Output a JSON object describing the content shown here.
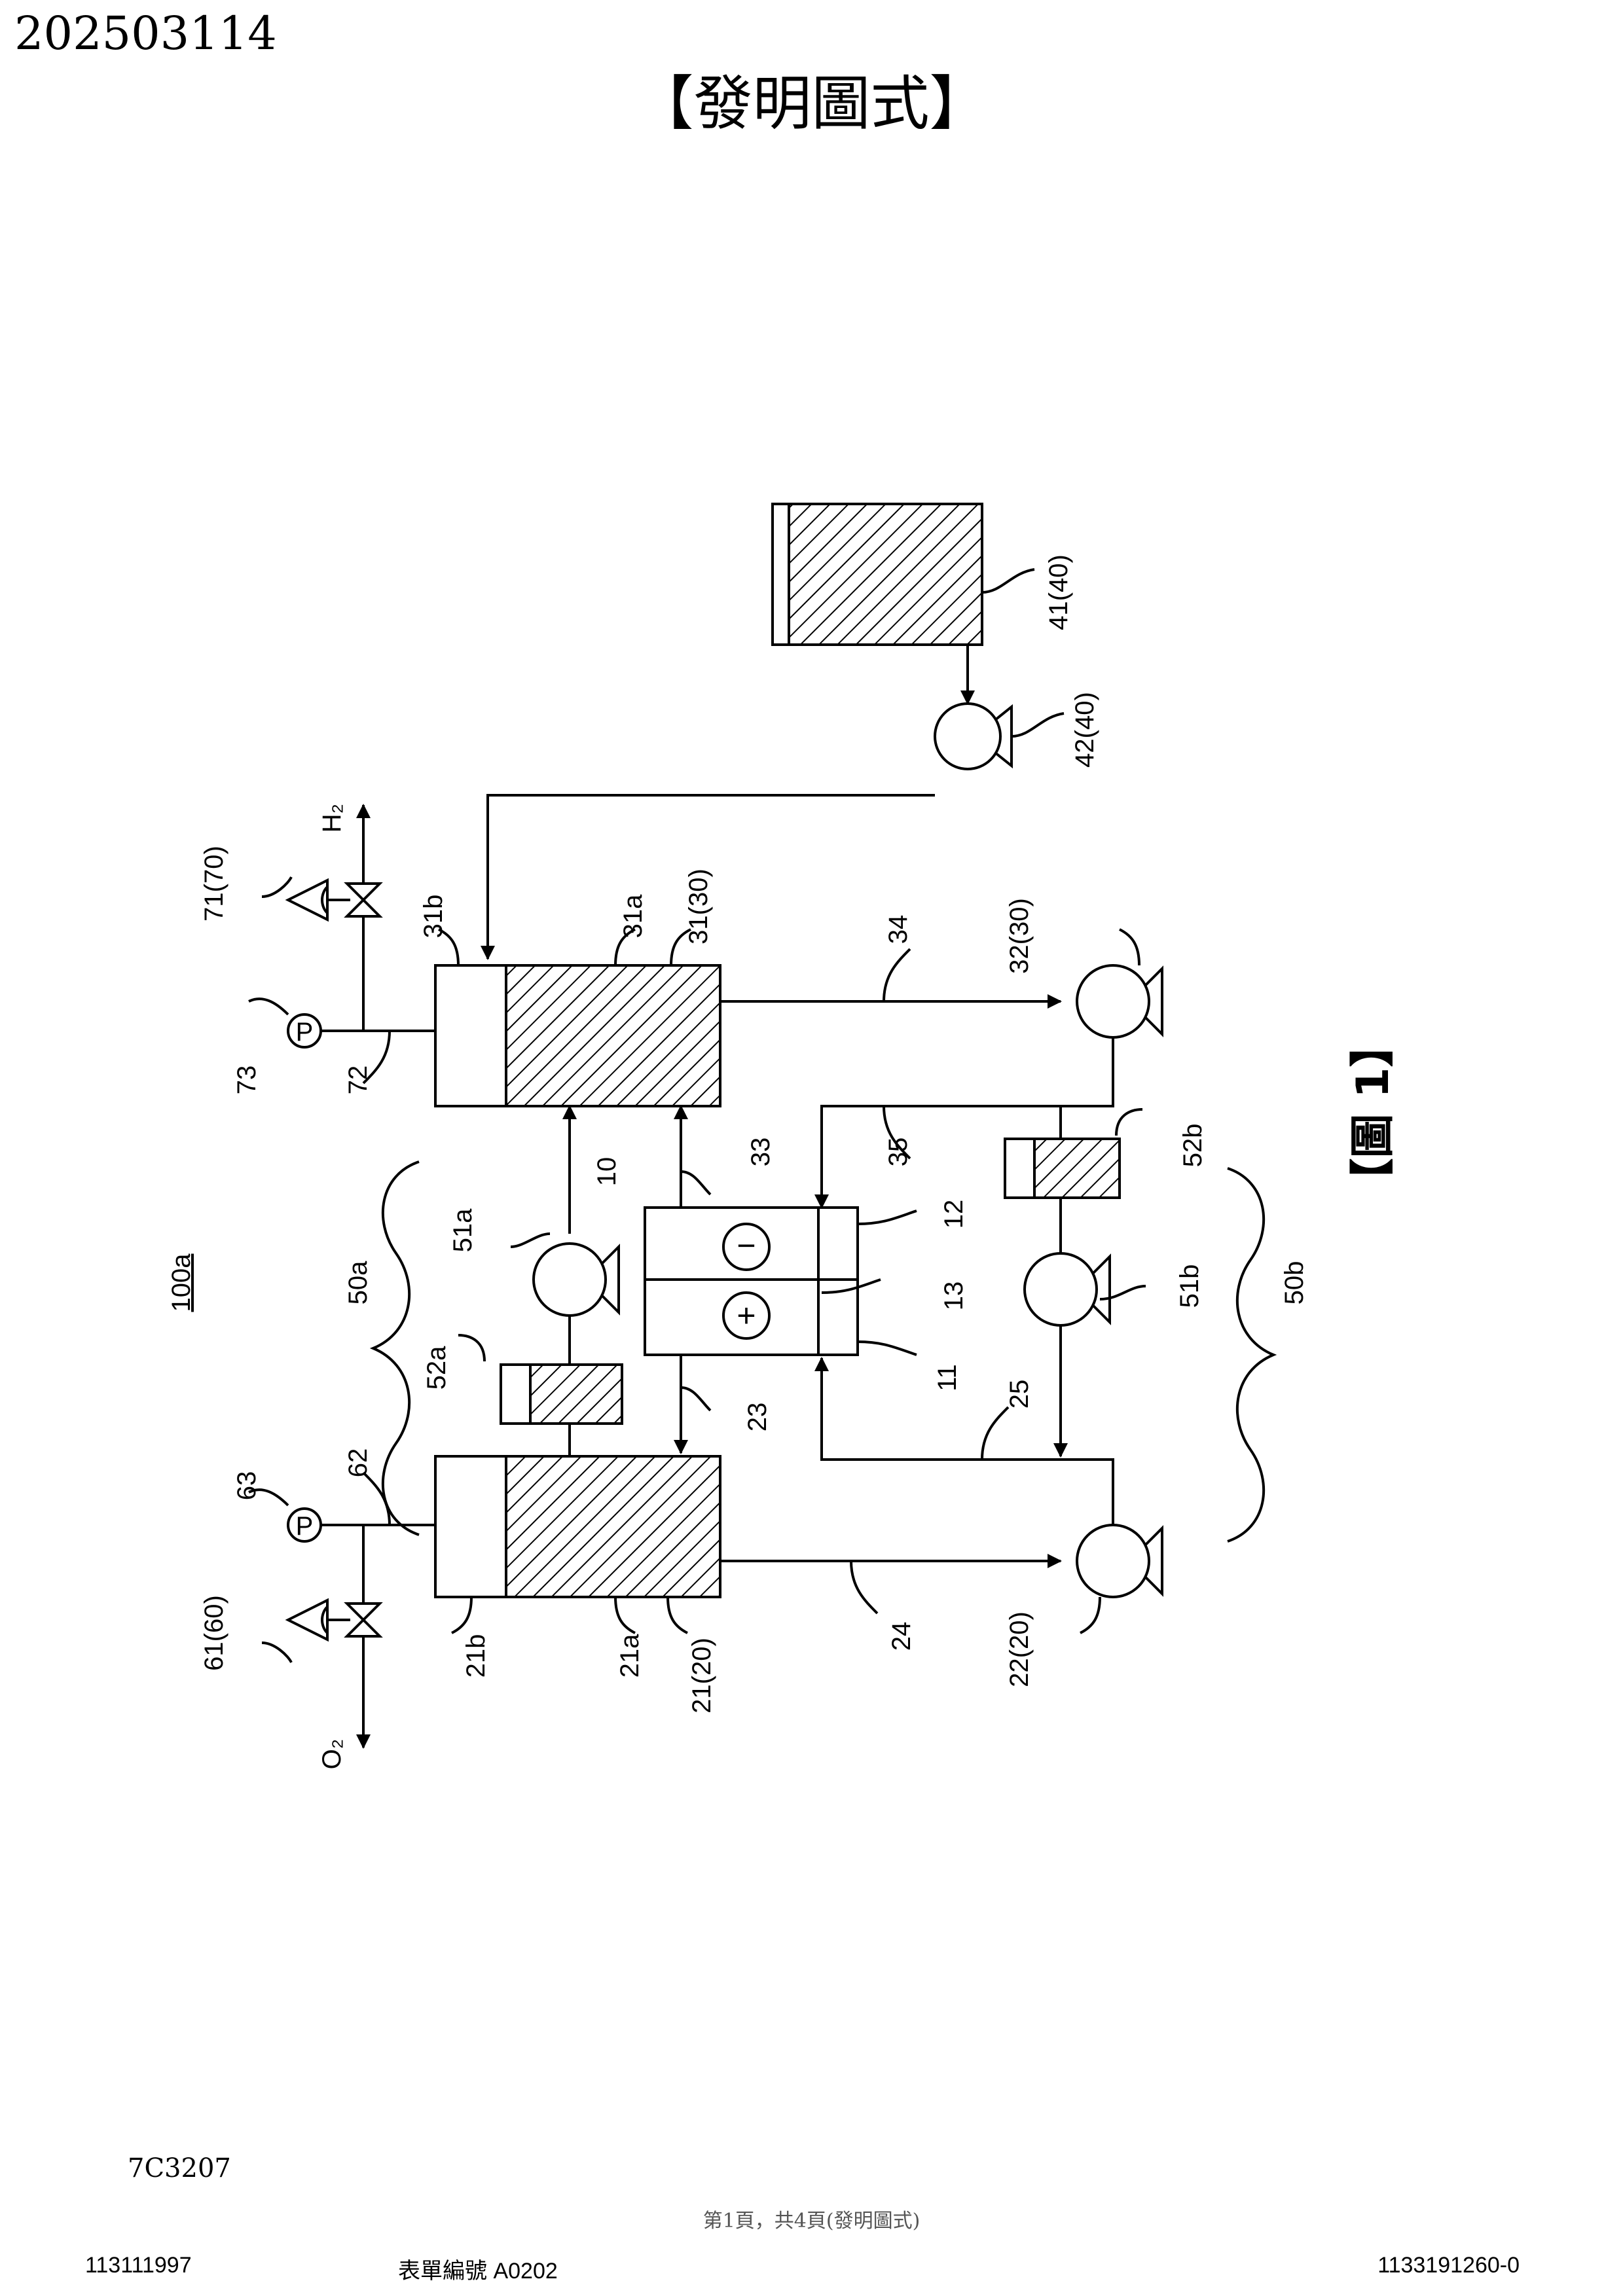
{
  "header": {
    "publication_number": "202503114",
    "section_title": "【發明圖式】"
  },
  "figure": {
    "figure_label": "【圖 1】",
    "system_label": "100a",
    "labels": {
      "l10": "10",
      "l11": "11",
      "l12": "12",
      "l13": "13",
      "l21": "21(20)",
      "l21a": "21a",
      "l21b": "21b",
      "l22": "22(20)",
      "l23": "23",
      "l24": "24",
      "l25": "25",
      "l31": "31(30)",
      "l31a": "31a",
      "l31b": "31b",
      "l32": "32(30)",
      "l33": "33",
      "l34": "34",
      "l35": "35",
      "l41": "41(40)",
      "l42": "42(40)",
      "l50a": "50a",
      "l50b": "50b",
      "l51a": "51a",
      "l51b": "51b",
      "l52a": "52a",
      "l52b": "52b",
      "l61": "61(60)",
      "l62": "62",
      "l63": "63",
      "l71": "71(70)",
      "l72": "72",
      "l73": "73",
      "h2": "H₂",
      "o2": "O₂",
      "p1": "P",
      "p2": "P",
      "minus": "−",
      "plus": "+"
    }
  },
  "footer": {
    "doc_code": "7C3207",
    "page_info": "第1頁，共4頁(發明圖式)",
    "left_code": "113111997",
    "form_number": "表單編號 A0202",
    "right_code": "1133191260-0"
  }
}
